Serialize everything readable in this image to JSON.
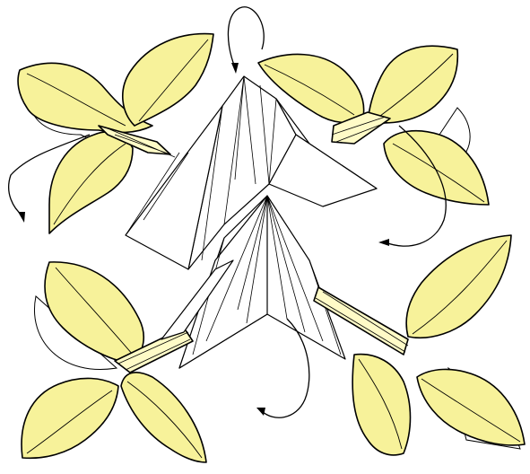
{
  "diagram": {
    "colors": {
      "petal": "#f7f29a",
      "petal_highlight": "#fffbc7",
      "paper": "#ffffff",
      "line": "#000000"
    },
    "petal_groups": [
      "top-left",
      "top-right",
      "bottom-left",
      "bottom-right"
    ],
    "arrow_icons": [
      "curved-arrow-top",
      "curved-arrow-left",
      "curved-arrow-right",
      "curved-arrow-bottom"
    ]
  }
}
